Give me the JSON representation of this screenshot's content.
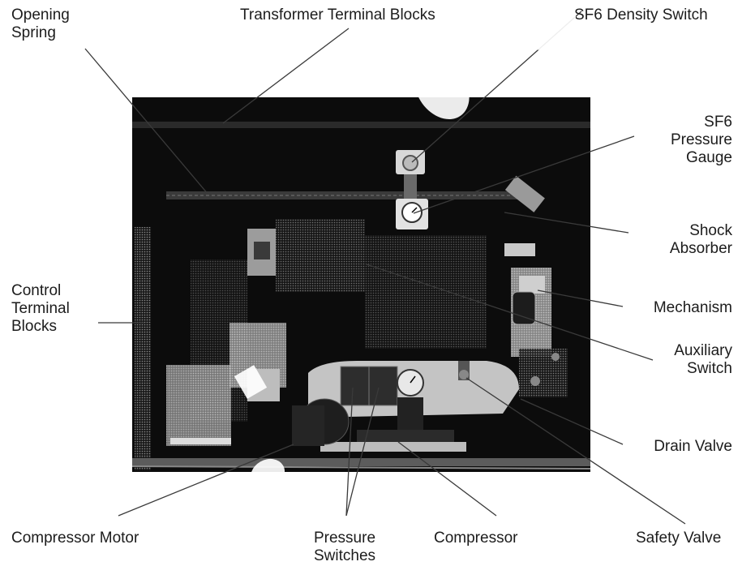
{
  "labels": {
    "opening_spring": "Opening\nSpring",
    "transformer_terminal_blocks": "Transformer Terminal Blocks",
    "sf6_density_switch": "SF6 Density Switch",
    "sf6_pressure_gauge": "SF6\nPressure\nGauge",
    "shock_absorber": "Shock\nAbsorber",
    "control_terminal_blocks": "Control\nTerminal\nBlocks",
    "mechanism": "Mechanism",
    "auxiliary_switch": "Auxiliary\nSwitch",
    "drain_valve": "Drain Valve",
    "compressor_motor": "Compressor Motor",
    "pressure_switches": "Pressure\nSwitches",
    "compressor": "Compressor",
    "safety_valve": "Safety Valve"
  },
  "colors": {
    "photo_background": "#0c0c0c",
    "leader_line": "#3a3a3a",
    "label_text": "#1c1c1c"
  }
}
